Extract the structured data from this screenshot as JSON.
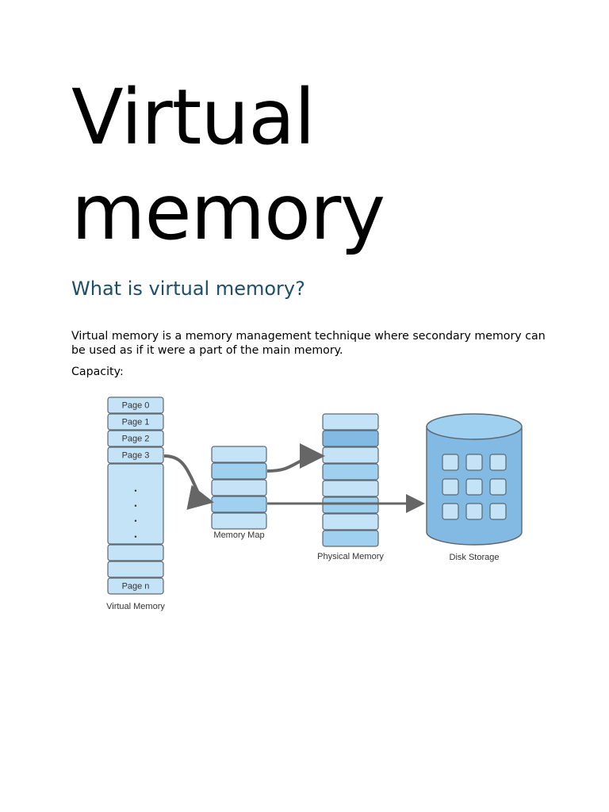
{
  "document": {
    "title_line1": "Virtual",
    "title_line2": "memory",
    "heading": "What is virtual memory?",
    "paragraphs": [
      "Virtual memory is a memory management technique where secondary memory can be used as if it were a part of the main memory.",
      "Capacity:"
    ]
  },
  "diagram": {
    "virtual_memory": {
      "pages": [
        "Page 0",
        "Page 1",
        "Page 2",
        "Page 3"
      ],
      "ellipsis": [
        "•",
        "•",
        "•",
        "•"
      ],
      "last_page": "Page n",
      "caption": "Virtual Memory"
    },
    "memory_map": {
      "caption": "Memory Map"
    },
    "physical_memory": {
      "caption": "Physical Memory"
    },
    "disk_storage": {
      "caption": "Disk Storage"
    },
    "colors": {
      "light_block": "#c5e3f6",
      "mid_block": "#9fd0f0",
      "dark_block": "#82bae3",
      "disk_fill": "#82bae3",
      "outline": "#5c6770",
      "arrow": "#666666",
      "heading": "#1f4e69"
    }
  }
}
